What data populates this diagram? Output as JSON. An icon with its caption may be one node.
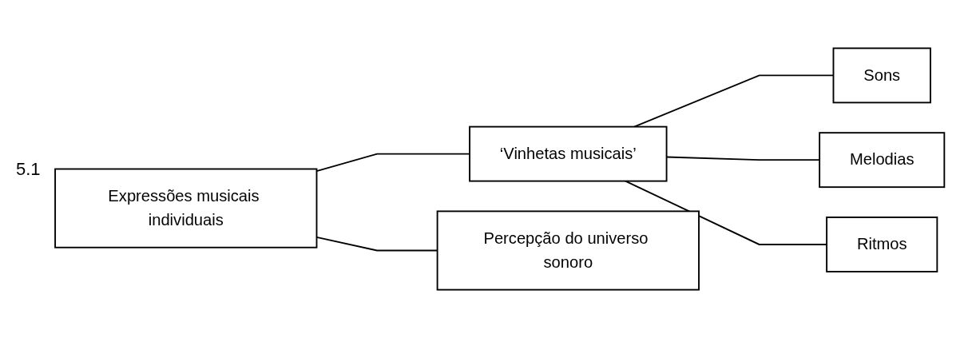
{
  "diagram": {
    "nodes": [
      {
        "text": [
          "Expressões musicais individuais"
        ]
      },
      {
        "text": [
          "‘Vinhetas musicais’"
        ]
      },
      {
        "text": [
          "Percepção do universo sonoro"
        ]
      },
      {
        "text": [
          "Sons"
        ]
      },
      {
        "text": [
          "Melodias"
        ]
      },
      {
        "text": [
          "Ritmos"
        ]
      }
    ],
    "edges": [
      {
        "from": 0,
        "to": 1,
        "arrow": "none"
      },
      {
        "from": 0,
        "to": 2,
        "arrow": "none"
      },
      {
        "from": 1,
        "to": 3,
        "arrow": "none"
      },
      {
        "from": 1,
        "to": 4,
        "arrow": "none"
      },
      {
        "from": 1,
        "to": 5,
        "arrow": "none"
      }
    ],
    "labels": [
      "5.1"
    ]
  }
}
